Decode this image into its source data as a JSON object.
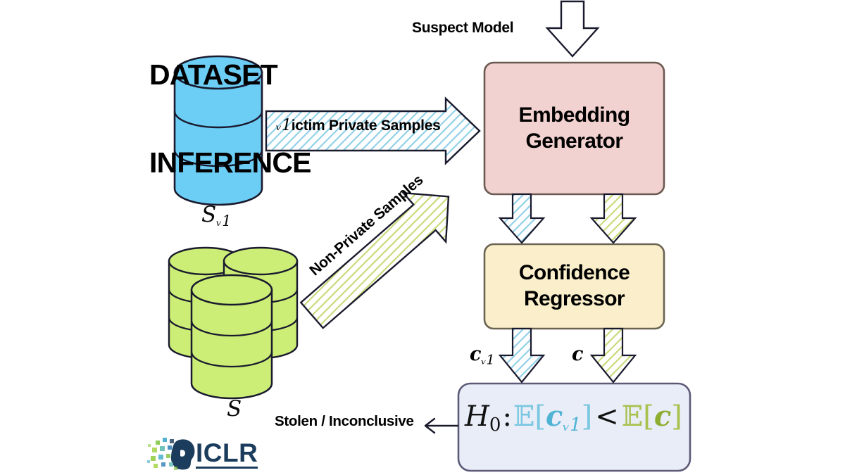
{
  "title": {
    "line1": "DATASET",
    "line2": "INFERENCE"
  },
  "labels": {
    "suspect_model": "Suspect Model",
    "victim_private_samples_v": "ᵥ1",
    "victim_private_samples_rest": "ictim Private Samples",
    "non_private_samples": "Non-Private Samples",
    "stolen_inconclusive": "Stolen / Inconclusive"
  },
  "boxes": {
    "embedding_generator": {
      "line1": "Embedding",
      "line2": "Generator",
      "fill": "#f2d2d0",
      "stroke": "#6b5a52"
    },
    "confidence_regressor": {
      "line1": "Confidence",
      "line2": "Regressor",
      "fill": "#faefca",
      "stroke": "#6b6452"
    },
    "hypothesis": {
      "fill": "#e9edf8",
      "stroke": "#5d5a78"
    }
  },
  "datasets": {
    "victim": {
      "symbol": "S",
      "subscript": "ᵥ1",
      "fill": "#6ccdf5",
      "stroke": "#1a1a2e",
      "segments": 3
    },
    "public": {
      "symbol": "S",
      "subscript": "",
      "fill": "#ccee77",
      "stroke": "#1a1a2e",
      "segments": 3,
      "count": 3
    }
  },
  "confidence_outputs": {
    "victim": {
      "symbol": "c",
      "subscript": "ᵥ1",
      "color": "#9fd6ea"
    },
    "public": {
      "symbol": "c",
      "subscript": "",
      "color": "#dce8a8"
    }
  },
  "formula": {
    "h": "H",
    "h_sub": "0",
    "colon": ":",
    "expect_open_blue": "𝔼[",
    "var_blue": "c",
    "var_blue_sub": "ᵥ1",
    "close_blue": "]",
    "operator": "<",
    "expect_open_green": "𝔼[",
    "var_green": "c",
    "close_green": "]"
  },
  "logo": {
    "text": "ICLR"
  },
  "colors": {
    "blue_hatch": "#8fcfe8",
    "green_hatch": "#c4d66a",
    "arrow_stroke": "#1a1a2e",
    "blue_cylinder": "#6ccdf5",
    "green_cylinder": "#ccee77",
    "pink_box": "#f2d2d0",
    "cream_box": "#faefca",
    "lavender_box": "#e9edf8",
    "logo_navy": "#1b3c5c"
  }
}
